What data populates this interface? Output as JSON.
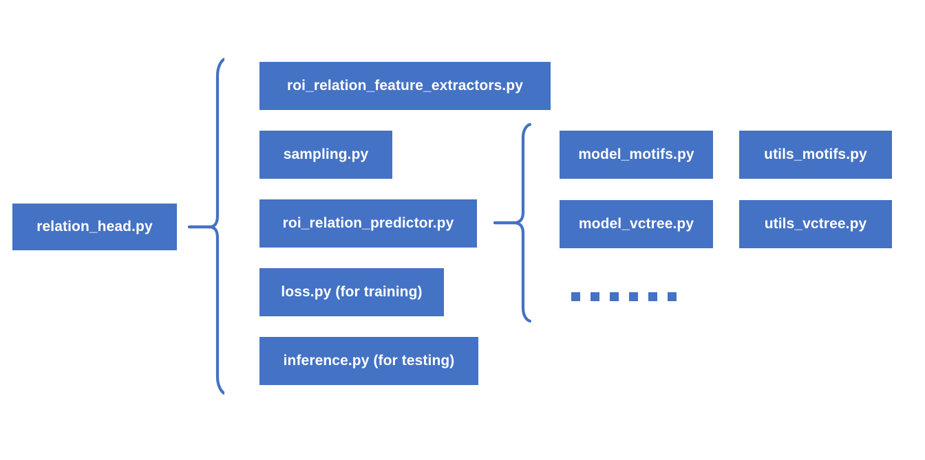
{
  "diagram": {
    "type": "hierarchy-tree",
    "background_color": "#FFFFFF",
    "node_fill_color": "#4472C4",
    "node_text_color": "#FFFFFF",
    "connector_color": "#4472C4",
    "root": {
      "label": "relation_head.py"
    },
    "level2": [
      {
        "label": "roi_relation_feature_extractors.py"
      },
      {
        "label": "sampling.py"
      },
      {
        "label": "roi_relation_predictor.py"
      },
      {
        "label": "loss.py (for training)"
      },
      {
        "label": "inference.py (for testing)"
      }
    ],
    "level3_models": [
      {
        "label": "model_motifs.py"
      },
      {
        "label": "model_vctree.py"
      }
    ],
    "level3_utils": [
      {
        "label": "utils_motifs.py"
      },
      {
        "label": "utils_vctree.py"
      }
    ],
    "ellipsis": {
      "label": "more-items-ellipsis",
      "dot_count": 6
    }
  }
}
